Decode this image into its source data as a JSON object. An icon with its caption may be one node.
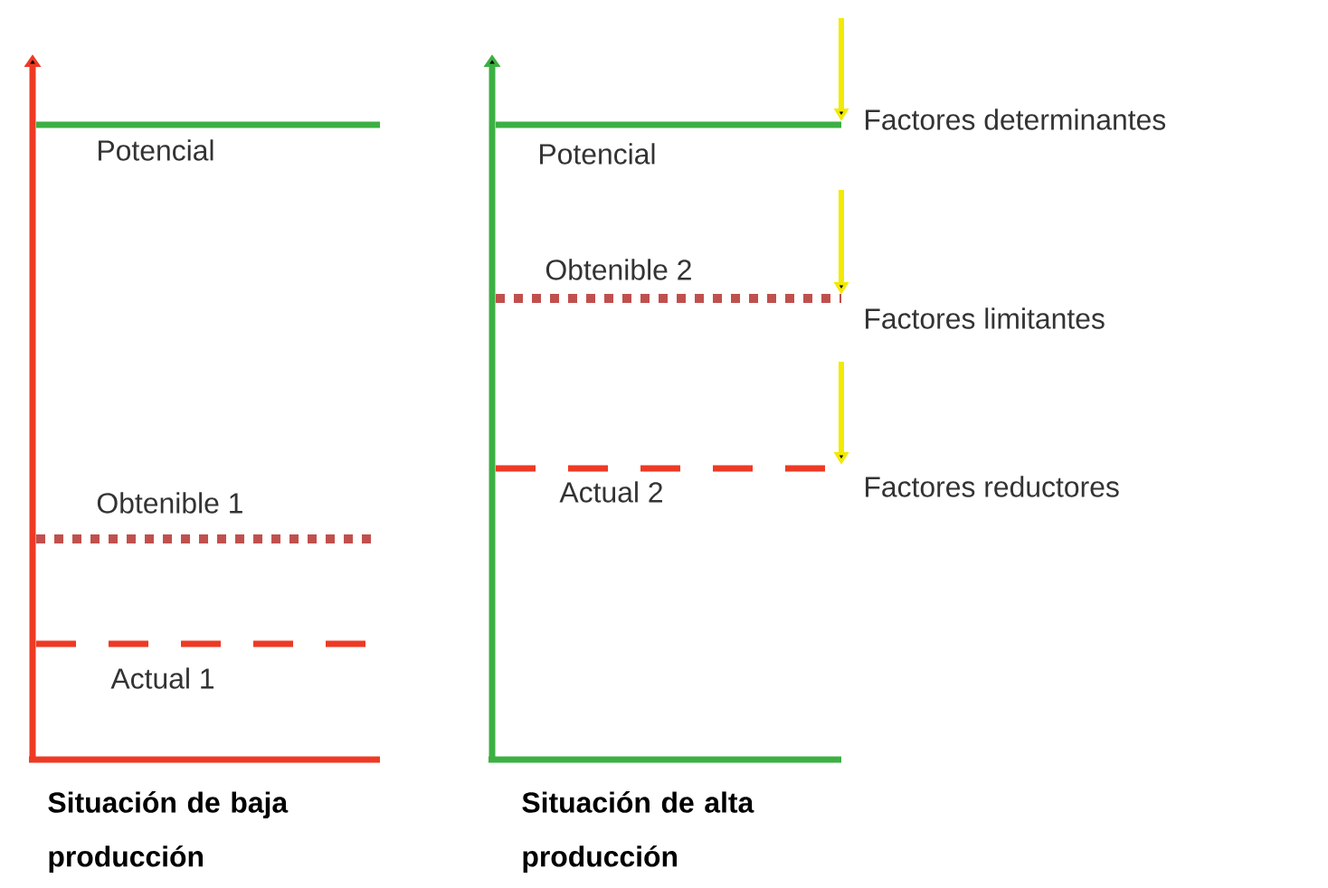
{
  "diagram": {
    "labels": [
      "Potencial",
      "Obtenible 1",
      "Actual 1",
      "Situación de baja producción",
      "Potencial",
      "Obtenible 2",
      "Actual 2",
      "Situación de alta producción",
      "Factores determinantes",
      "Factores limitantes",
      "Factores reductores"
    ]
  }
}
